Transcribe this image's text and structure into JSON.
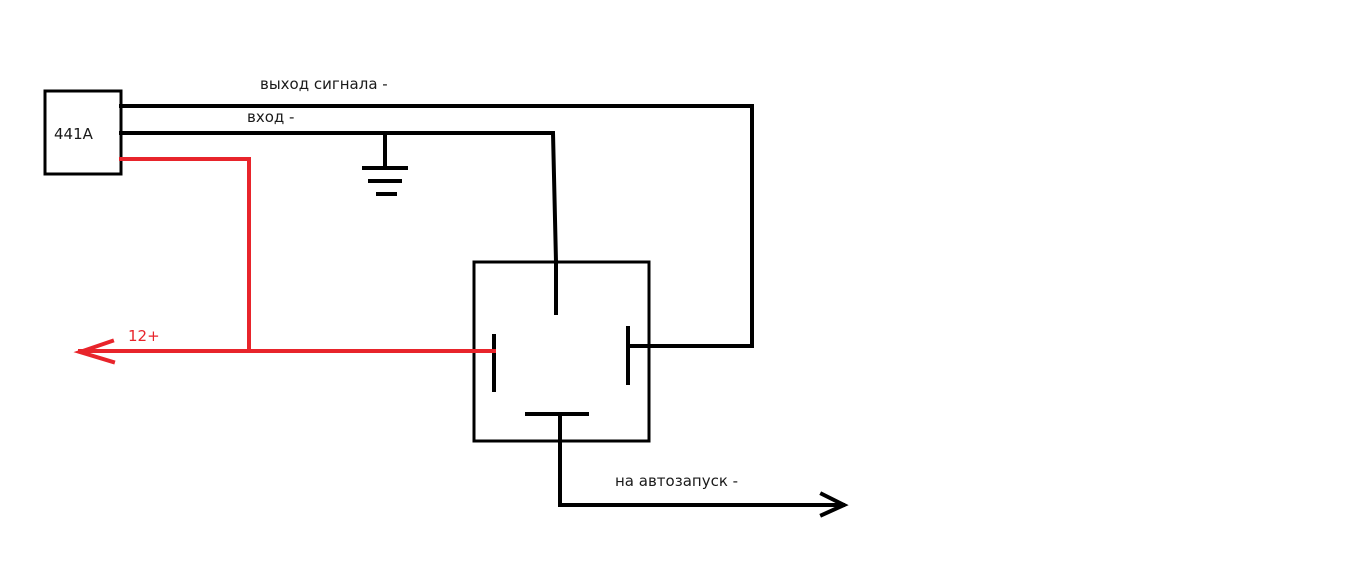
{
  "module": {
    "label": "441A"
  },
  "wires": {
    "signal_out": {
      "label": "выход сигнала -"
    },
    "input": {
      "label": "вход -"
    },
    "power": {
      "label": "12+",
      "color": "#e8242b"
    },
    "autostart": {
      "label": "на автозапуск -"
    }
  },
  "colors": {
    "wire": "#000000",
    "power": "#e8242b",
    "background": "#ffffff"
  },
  "icons": [
    "ground-icon",
    "relay-symbol",
    "arrow-left-icon",
    "arrow-right-icon"
  ]
}
